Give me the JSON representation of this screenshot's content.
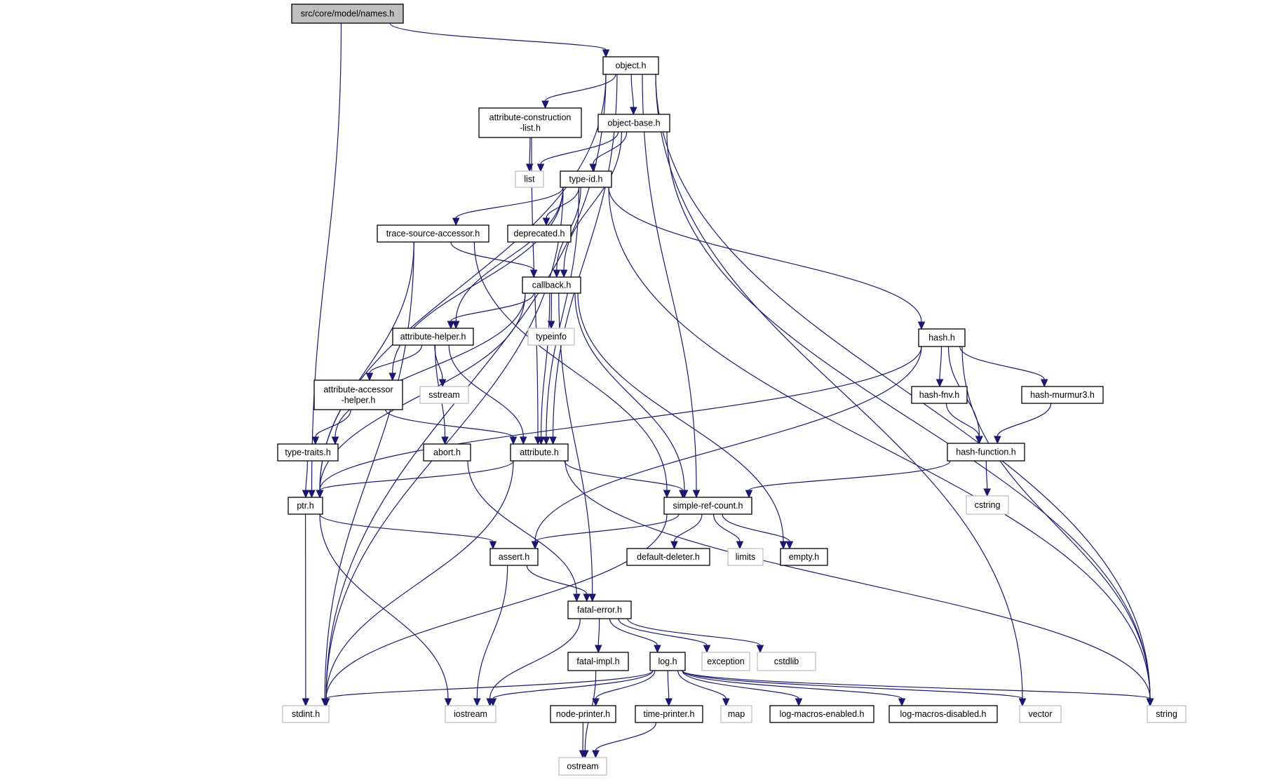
{
  "title": "src/core/model/names.h",
  "colors": {
    "edge": "#191970",
    "root_fill": "#bfbfbf",
    "system_border": "#bfbfbf",
    "local_border": "#000000"
  },
  "nodes": [
    {
      "id": "names",
      "label": "src/core/model/names.h",
      "kind": "root"
    },
    {
      "id": "object",
      "label": "object.h",
      "kind": "local"
    },
    {
      "id": "acl",
      "label": "attribute-construction\n-list.h",
      "kind": "local"
    },
    {
      "id": "objbase",
      "label": "object-base.h",
      "kind": "local"
    },
    {
      "id": "list",
      "label": "list",
      "kind": "system"
    },
    {
      "id": "typeid",
      "label": "type-id.h",
      "kind": "local"
    },
    {
      "id": "tsa",
      "label": "trace-source-accessor.h",
      "kind": "local"
    },
    {
      "id": "deprecated",
      "label": "deprecated.h",
      "kind": "local"
    },
    {
      "id": "callback",
      "label": "callback.h",
      "kind": "local"
    },
    {
      "id": "typeinfo",
      "label": "typeinfo",
      "kind": "system"
    },
    {
      "id": "hash",
      "label": "hash.h",
      "kind": "local"
    },
    {
      "id": "attrhelper",
      "label": "attribute-helper.h",
      "kind": "local"
    },
    {
      "id": "sstream",
      "label": "sstream",
      "kind": "system"
    },
    {
      "id": "aah",
      "label": "attribute-accessor\n-helper.h",
      "kind": "local"
    },
    {
      "id": "hashfnv",
      "label": "hash-fnv.h",
      "kind": "local"
    },
    {
      "id": "hashmurmur",
      "label": "hash-murmur3.h",
      "kind": "local"
    },
    {
      "id": "typetraits",
      "label": "type-traits.h",
      "kind": "local"
    },
    {
      "id": "abort",
      "label": "abort.h",
      "kind": "local"
    },
    {
      "id": "attribute",
      "label": "attribute.h",
      "kind": "local"
    },
    {
      "id": "hashfunc",
      "label": "hash-function.h",
      "kind": "local"
    },
    {
      "id": "ptr",
      "label": "ptr.h",
      "kind": "local"
    },
    {
      "id": "src",
      "label": "simple-ref-count.h",
      "kind": "local"
    },
    {
      "id": "cstring",
      "label": "cstring",
      "kind": "system"
    },
    {
      "id": "assert",
      "label": "assert.h",
      "kind": "local"
    },
    {
      "id": "defdel",
      "label": "default-deleter.h",
      "kind": "local"
    },
    {
      "id": "limits",
      "label": "limits",
      "kind": "system"
    },
    {
      "id": "empty",
      "label": "empty.h",
      "kind": "local"
    },
    {
      "id": "fatalerror",
      "label": "fatal-error.h",
      "kind": "local"
    },
    {
      "id": "fatalimpl",
      "label": "fatal-impl.h",
      "kind": "local"
    },
    {
      "id": "log",
      "label": "log.h",
      "kind": "local"
    },
    {
      "id": "exception",
      "label": "exception",
      "kind": "system"
    },
    {
      "id": "cstdlib",
      "label": "cstdlib",
      "kind": "system"
    },
    {
      "id": "stdint",
      "label": "stdint.h",
      "kind": "system"
    },
    {
      "id": "iostream",
      "label": "iostream",
      "kind": "system"
    },
    {
      "id": "nodeprinter",
      "label": "node-printer.h",
      "kind": "local"
    },
    {
      "id": "timeprinter",
      "label": "time-printer.h",
      "kind": "local"
    },
    {
      "id": "map",
      "label": "map",
      "kind": "system"
    },
    {
      "id": "lme",
      "label": "log-macros-enabled.h",
      "kind": "local"
    },
    {
      "id": "lmd",
      "label": "log-macros-disabled.h",
      "kind": "local"
    },
    {
      "id": "vector",
      "label": "vector",
      "kind": "system"
    },
    {
      "id": "string",
      "label": "string",
      "kind": "system"
    },
    {
      "id": "ostream",
      "label": "ostream",
      "kind": "system"
    }
  ],
  "edges": [
    [
      "names",
      "object"
    ],
    [
      "names",
      "ptr"
    ],
    [
      "object",
      "acl"
    ],
    [
      "object",
      "objbase"
    ],
    [
      "object",
      "ptr"
    ],
    [
      "object",
      "attribute"
    ],
    [
      "object",
      "src"
    ],
    [
      "object",
      "stdint"
    ],
    [
      "object",
      "vector"
    ],
    [
      "object",
      "string"
    ],
    [
      "acl",
      "list"
    ],
    [
      "acl",
      "attribute"
    ],
    [
      "objbase",
      "list"
    ],
    [
      "objbase",
      "typeid"
    ],
    [
      "objbase",
      "callback"
    ],
    [
      "objbase",
      "string"
    ],
    [
      "typeid",
      "tsa"
    ],
    [
      "typeid",
      "deprecated"
    ],
    [
      "typeid",
      "callback"
    ],
    [
      "typeid",
      "attrhelper"
    ],
    [
      "typeid",
      "aah"
    ],
    [
      "typeid",
      "attribute"
    ],
    [
      "typeid",
      "hash"
    ],
    [
      "typeid",
      "stdint"
    ],
    [
      "typeid",
      "string"
    ],
    [
      "tsa",
      "callback"
    ],
    [
      "tsa",
      "ptr"
    ],
    [
      "tsa",
      "src"
    ],
    [
      "tsa",
      "stdint"
    ],
    [
      "callback",
      "attrhelper"
    ],
    [
      "callback",
      "typeinfo"
    ],
    [
      "callback",
      "attribute"
    ],
    [
      "callback",
      "typetraits"
    ],
    [
      "callback",
      "ptr"
    ],
    [
      "callback",
      "src"
    ],
    [
      "callback",
      "fatalerror"
    ],
    [
      "callback",
      "empty"
    ],
    [
      "attrhelper",
      "aah"
    ],
    [
      "attrhelper",
      "sstream"
    ],
    [
      "attrhelper",
      "abort"
    ],
    [
      "attrhelper",
      "attribute"
    ],
    [
      "aah",
      "typetraits"
    ],
    [
      "aah",
      "attribute"
    ],
    [
      "hash",
      "hashfnv"
    ],
    [
      "hash",
      "hashmurmur"
    ],
    [
      "hash",
      "hashfunc"
    ],
    [
      "hash",
      "ptr"
    ],
    [
      "hash",
      "assert"
    ],
    [
      "hash",
      "string"
    ],
    [
      "hashfnv",
      "hashfunc"
    ],
    [
      "hashmurmur",
      "hashfunc"
    ],
    [
      "hashfunc",
      "src"
    ],
    [
      "hashfunc",
      "cstring"
    ],
    [
      "typetraits",
      "ptr"
    ],
    [
      "abort",
      "fatalerror"
    ],
    [
      "attribute",
      "ptr"
    ],
    [
      "attribute",
      "src"
    ],
    [
      "attribute",
      "stdint"
    ],
    [
      "attribute",
      "string"
    ],
    [
      "ptr",
      "assert"
    ],
    [
      "ptr",
      "stdint"
    ],
    [
      "ptr",
      "iostream"
    ],
    [
      "src",
      "assert"
    ],
    [
      "src",
      "defdel"
    ],
    [
      "src",
      "limits"
    ],
    [
      "src",
      "empty"
    ],
    [
      "src",
      "stdint"
    ],
    [
      "assert",
      "fatalerror"
    ],
    [
      "assert",
      "iostream"
    ],
    [
      "fatalerror",
      "fatalimpl"
    ],
    [
      "fatalerror",
      "log"
    ],
    [
      "fatalerror",
      "exception"
    ],
    [
      "fatalerror",
      "cstdlib"
    ],
    [
      "fatalerror",
      "iostream"
    ],
    [
      "fatalimpl",
      "ostream"
    ],
    [
      "log",
      "stdint"
    ],
    [
      "log",
      "iostream"
    ],
    [
      "log",
      "nodeprinter"
    ],
    [
      "log",
      "timeprinter"
    ],
    [
      "log",
      "map"
    ],
    [
      "log",
      "lme"
    ],
    [
      "log",
      "lmd"
    ],
    [
      "log",
      "vector"
    ],
    [
      "log",
      "string"
    ],
    [
      "nodeprinter",
      "ostream"
    ],
    [
      "timeprinter",
      "ostream"
    ]
  ]
}
